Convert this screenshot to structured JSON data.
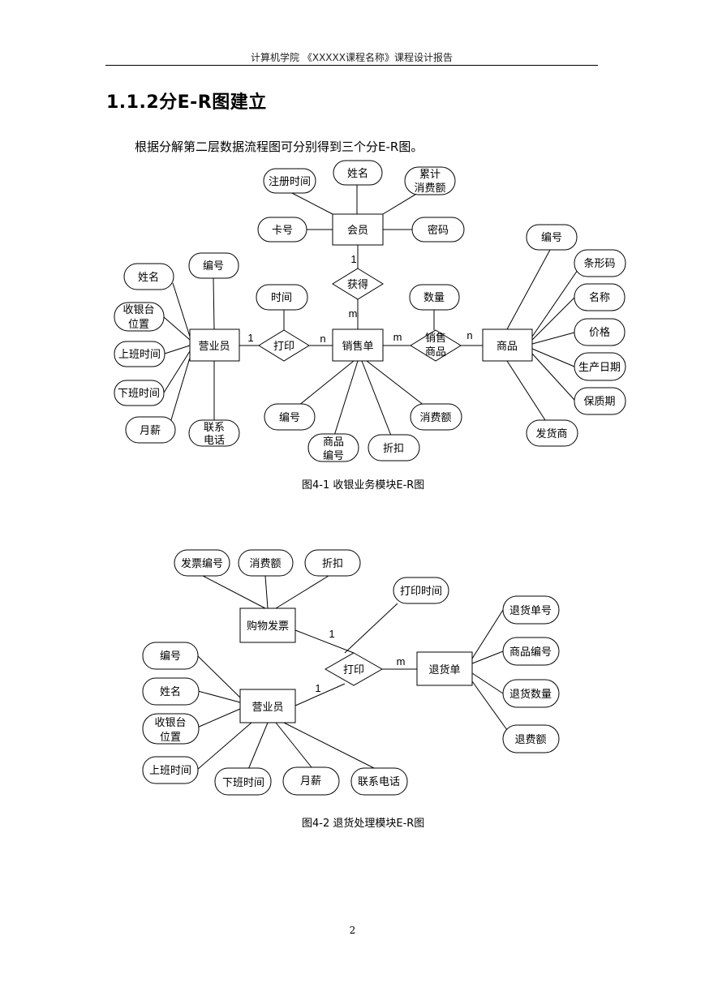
{
  "header": {
    "text": "计算机学院 《XXXXX课程名称》课程设计报告"
  },
  "heading": "1.1.2分E-R图建立",
  "intro": "根据分解第二层数据流程图可分别得到三个分E-R图。",
  "figure1": {
    "caption": "图4-1 收银业务模块E-R图",
    "entities": {
      "member": "会员",
      "sales_order": "销售单",
      "clerk": "营业员",
      "product": "商品"
    },
    "relations": {
      "obtain": "获得",
      "print": "打印",
      "sell": [
        "销售",
        "商品"
      ]
    },
    "cardinality": {
      "member_obtain": "1",
      "obtain_order": "m",
      "clerk_print": "1",
      "print_order": "n",
      "order_sell": "m",
      "sell_product": "n"
    },
    "member_attrs": {
      "reg_time": "注册时间",
      "name": "姓名",
      "cumulative": [
        "累计",
        "消费额"
      ],
      "card_no": "卡号",
      "password": "密码"
    },
    "clerk_attrs": {
      "id": "编号",
      "name": "姓名",
      "register_pos": [
        "收银台",
        "位置"
      ],
      "start_time": "上班时间",
      "end_time": "下班时间",
      "salary": "月薪",
      "phone": [
        "联系",
        "电话"
      ]
    },
    "order_attrs": {
      "time": "时间",
      "quantity": "数量",
      "id": "编号",
      "product_id": [
        "商品",
        "编号"
      ],
      "discount": "折扣",
      "amount": "消费额"
    },
    "product_attrs": {
      "id": "编号",
      "barcode": "条形码",
      "name": "名称",
      "price": "价格",
      "mfg_date": "生产日期",
      "shelf_life": "保质期",
      "supplier": "发货商"
    }
  },
  "figure2": {
    "caption": "图4-2 退货处理模块E-R图",
    "entities": {
      "invoice": "购物发票",
      "clerk": "营业员",
      "return_order": "退货单"
    },
    "relations": {
      "print": "打印"
    },
    "cardinality": {
      "invoice_print": "1",
      "clerk_print": "1",
      "print_return": "m"
    },
    "invoice_attrs": {
      "invoice_no": "发票编号",
      "amount": "消费额",
      "discount": "折扣"
    },
    "print_attrs": {
      "print_time": "打印时间"
    },
    "clerk_attrs": {
      "id": "编号",
      "name": "姓名",
      "register_pos": [
        "收银台",
        "位置"
      ],
      "start_time": "上班时间",
      "end_time": "下班时间",
      "salary": "月薪",
      "phone": "联系电话"
    },
    "return_attrs": {
      "return_no": "退货单号",
      "product_id": "商品编号",
      "return_qty": "退货数量",
      "refund": "退费额"
    }
  },
  "page_number": "2"
}
